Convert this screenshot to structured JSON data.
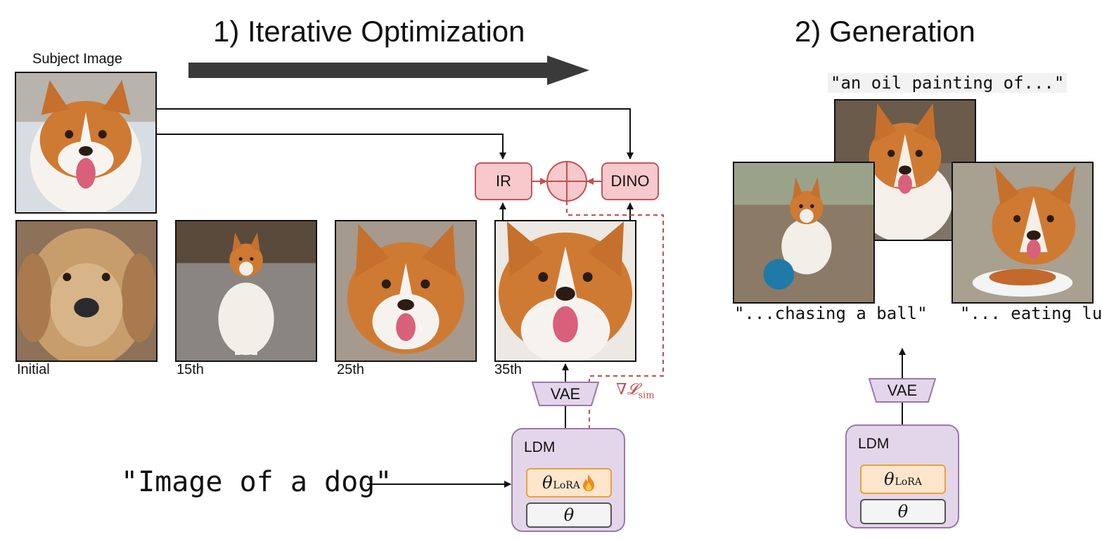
{
  "section1": {
    "title": "1) Iterative Optimization"
  },
  "section2": {
    "title": "2) Generation"
  },
  "subject_image": {
    "caption": "Subject Image"
  },
  "iterations": [
    {
      "label": "Initial"
    },
    {
      "label": "15th"
    },
    {
      "label": "25th"
    },
    {
      "label": "35th"
    }
  ],
  "feedback": {
    "ir_label": "IR",
    "dino_label": "DINO",
    "gradient_label": "∇𝓛",
    "gradient_sub": "sim"
  },
  "model_left": {
    "vae_label": "VAE",
    "ldm_label": "LDM",
    "lora_symbol": "θ",
    "lora_sub": "LoRA",
    "theta_label": "θ",
    "flame_icon": "fire-icon"
  },
  "prompt": {
    "text": "\"Image of a dog\""
  },
  "generation": {
    "prompts": [
      "\"an oil painting of...\"",
      "\"...chasing a ball\"",
      "\"... eating lunch\""
    ]
  },
  "model_right": {
    "vae_label": "VAE",
    "ldm_label": "LDM",
    "lora_symbol": "θ",
    "lora_sub": "LoRA",
    "theta_label": "θ"
  },
  "colors": {
    "accent_red": "#c0504d",
    "ldm_purple": "#e4d6ea",
    "lora_orange": "#e8a13a"
  }
}
